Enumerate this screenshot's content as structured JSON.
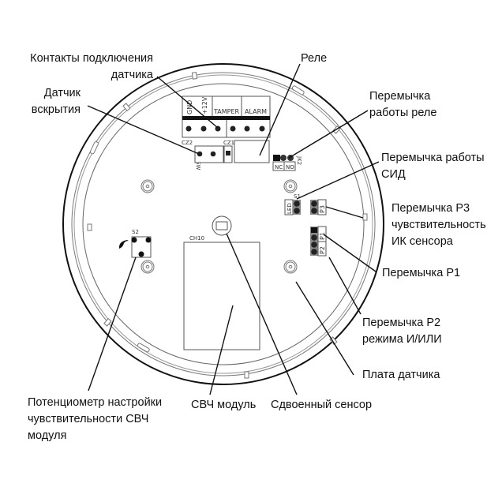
{
  "labels": {
    "sensor_contacts": {
      "line1": "Контакты подключения",
      "line2": "датчика"
    },
    "tamper_sensor": {
      "line1": "Датчик",
      "line2": "вскрытия"
    },
    "relay": {
      "line1": "Реле"
    },
    "relay_jumper": {
      "line1": "Перемычка",
      "line2": "работы реле"
    },
    "led_jumper": {
      "line1": "Перемычка работы",
      "line2": "СИД"
    },
    "p3_jumper": {
      "line1": "Перемычка Р3",
      "line2": "чувствительность",
      "line3": "ИК сенсора"
    },
    "p1_jumper": {
      "line1": "Перемычка Р1"
    },
    "p2_jumper": {
      "line1": "Перемычка Р2",
      "line2": "режима И/ИЛИ"
    },
    "sensor_board": {
      "line1": "Плата датчика"
    },
    "dual_sensor": {
      "line1": "Сдвоенный сенсор"
    },
    "microwave_module": {
      "line1": "СВЧ модуль"
    },
    "potentiometer": {
      "line1": "Потенциометр настройки",
      "line2": "чувствительности СВЧ",
      "line3": "модуля"
    }
  },
  "pcb": {
    "terminal_gnd": "GND",
    "terminal_12v": "+12V",
    "terminal_tamper": "TAMPER",
    "terminal_alarm": "ALARM",
    "cz2": "CZ2",
    "cz1": "CZ1",
    "sw": "SW",
    "nc": "NC",
    "no": "NO",
    "jk2": "JK2",
    "s1": "S1",
    "led": "LED",
    "p1": "P1",
    "p2": "P2",
    "p3": "P3",
    "s2": "S2",
    "ch10": "CH10"
  }
}
